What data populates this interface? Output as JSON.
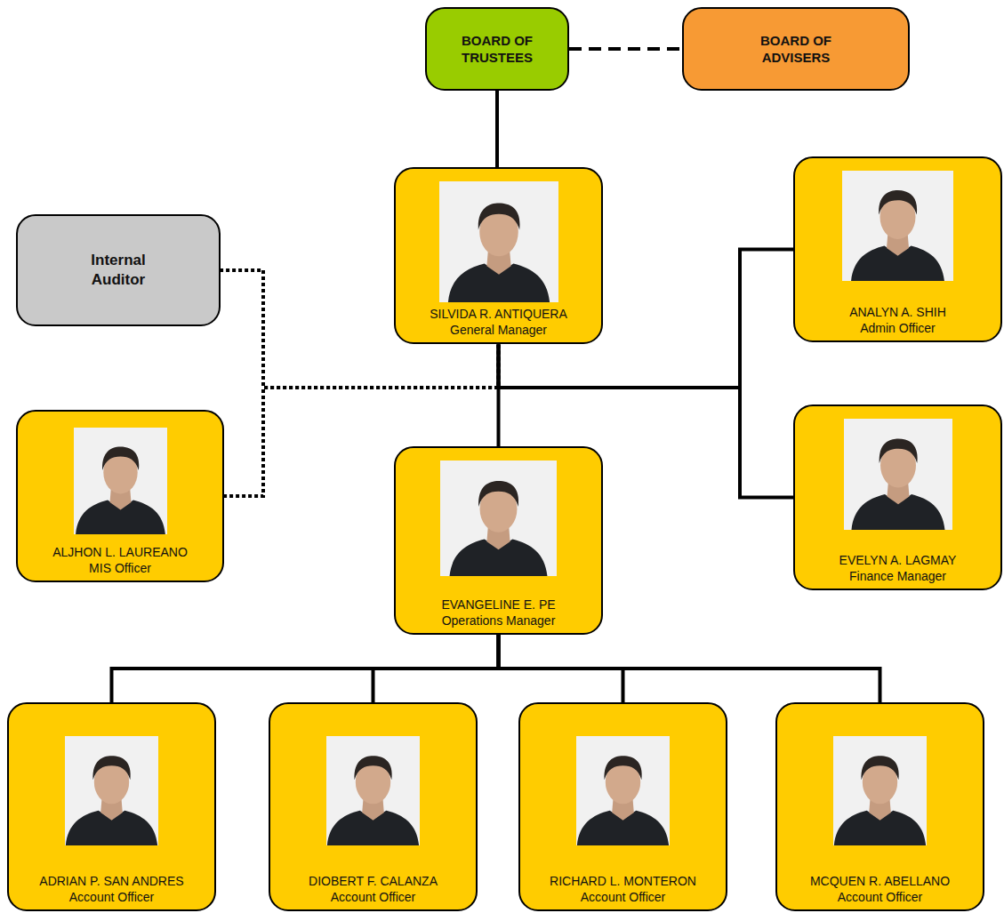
{
  "diagram": {
    "nodes": [
      {
        "text": [
          "BOARD OF TRUSTEES"
        ]
      },
      {
        "text": [
          "BOARD OF ADVISERS"
        ]
      },
      {
        "text": [
          "Internal Auditor"
        ]
      },
      {
        "text": [
          "SILVIDA R. ANTIQUERA",
          "General Manager"
        ]
      },
      {
        "text": [
          "ANALYN A. SHIH",
          "Admin Officer"
        ]
      },
      {
        "text": [
          "ALJHON L. LAUREANO",
          "MIS Officer"
        ]
      },
      {
        "text": [
          "EVANGELINE E. PE",
          "Operations Manager"
        ]
      },
      {
        "text": [
          "EVELYN A. LAGMAY",
          "Finance Manager"
        ]
      },
      {
        "text": [
          "ADRIAN P. SAN ANDRES",
          "Account Officer"
        ]
      },
      {
        "text": [
          "DIOBERT F. CALANZA",
          "Account Officer"
        ]
      },
      {
        "text": [
          "RICHARD L. MONTERON",
          "Account Officer"
        ]
      },
      {
        "text": [
          "MCQUEN R. ABELLANO",
          "Account Officer"
        ]
      }
    ],
    "edges": [
      {
        "from": 0,
        "to": 1,
        "arrow": "none"
      },
      {
        "from": 0,
        "to": 3,
        "arrow": "none"
      },
      {
        "from": 3,
        "to": 4,
        "arrow": "none"
      },
      {
        "from": 3,
        "to": 7,
        "arrow": "none"
      },
      {
        "from": 3,
        "to": 6,
        "arrow": "none"
      },
      {
        "from": 3,
        "to": 2,
        "arrow": "none"
      },
      {
        "from": 3,
        "to": 5,
        "arrow": "none"
      },
      {
        "from": 6,
        "to": 8,
        "arrow": "none"
      },
      {
        "from": 6,
        "to": 9,
        "arrow": "none"
      },
      {
        "from": 6,
        "to": 10,
        "arrow": "none"
      },
      {
        "from": 6,
        "to": 11,
        "arrow": "none"
      }
    ]
  }
}
